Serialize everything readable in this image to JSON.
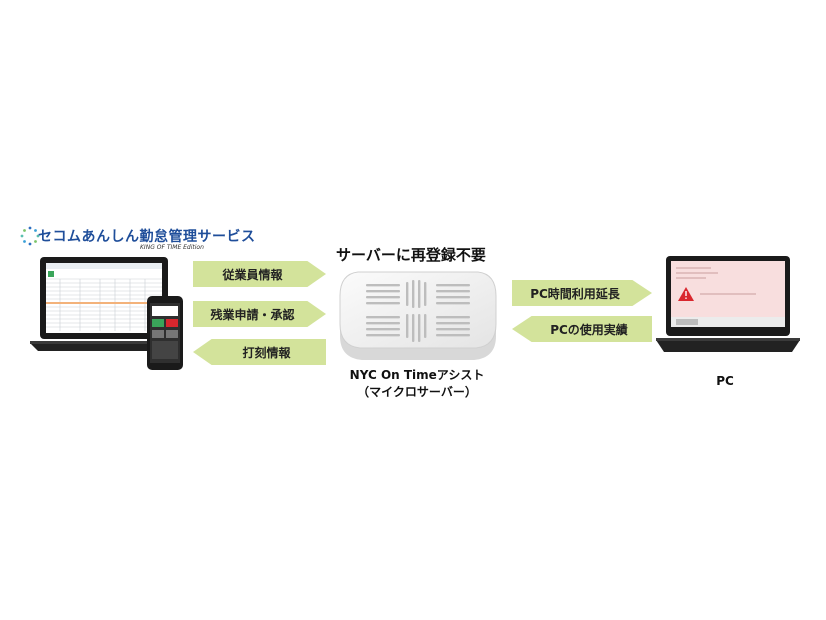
{
  "logo": {
    "title": "セコムあんしん勤怠管理サービス",
    "subtitle": "KING OF TIME Edition"
  },
  "center_heading": "サーバーに再登録不要",
  "arrows_left": [
    {
      "label": "従業員情報",
      "direction": "right"
    },
    {
      "label": "残業申請・承認",
      "direction": "right"
    },
    {
      "label": "打刻情報",
      "direction": "left"
    }
  ],
  "arrows_right": [
    {
      "label": "PC時間利用延長",
      "direction": "right"
    },
    {
      "label": "PCの使用実績",
      "direction": "left"
    }
  ],
  "device": {
    "name_line1": "NYC On Timeアシスト",
    "name_line2": "（マイクロサーバー）"
  },
  "pc_label": "PC",
  "colors": {
    "arrow": "#d3e39b",
    "logo_text": "#1f4e9a",
    "laptop_body": "#1a1a1a",
    "dialog_bg": "#f8dede",
    "warning_red": "#d9272e"
  },
  "icons": {
    "laptop_left": "laptop-with-spreadsheet",
    "phone": "smartphone",
    "server": "micro-server",
    "laptop_right": "laptop-with-warning-dialog"
  }
}
